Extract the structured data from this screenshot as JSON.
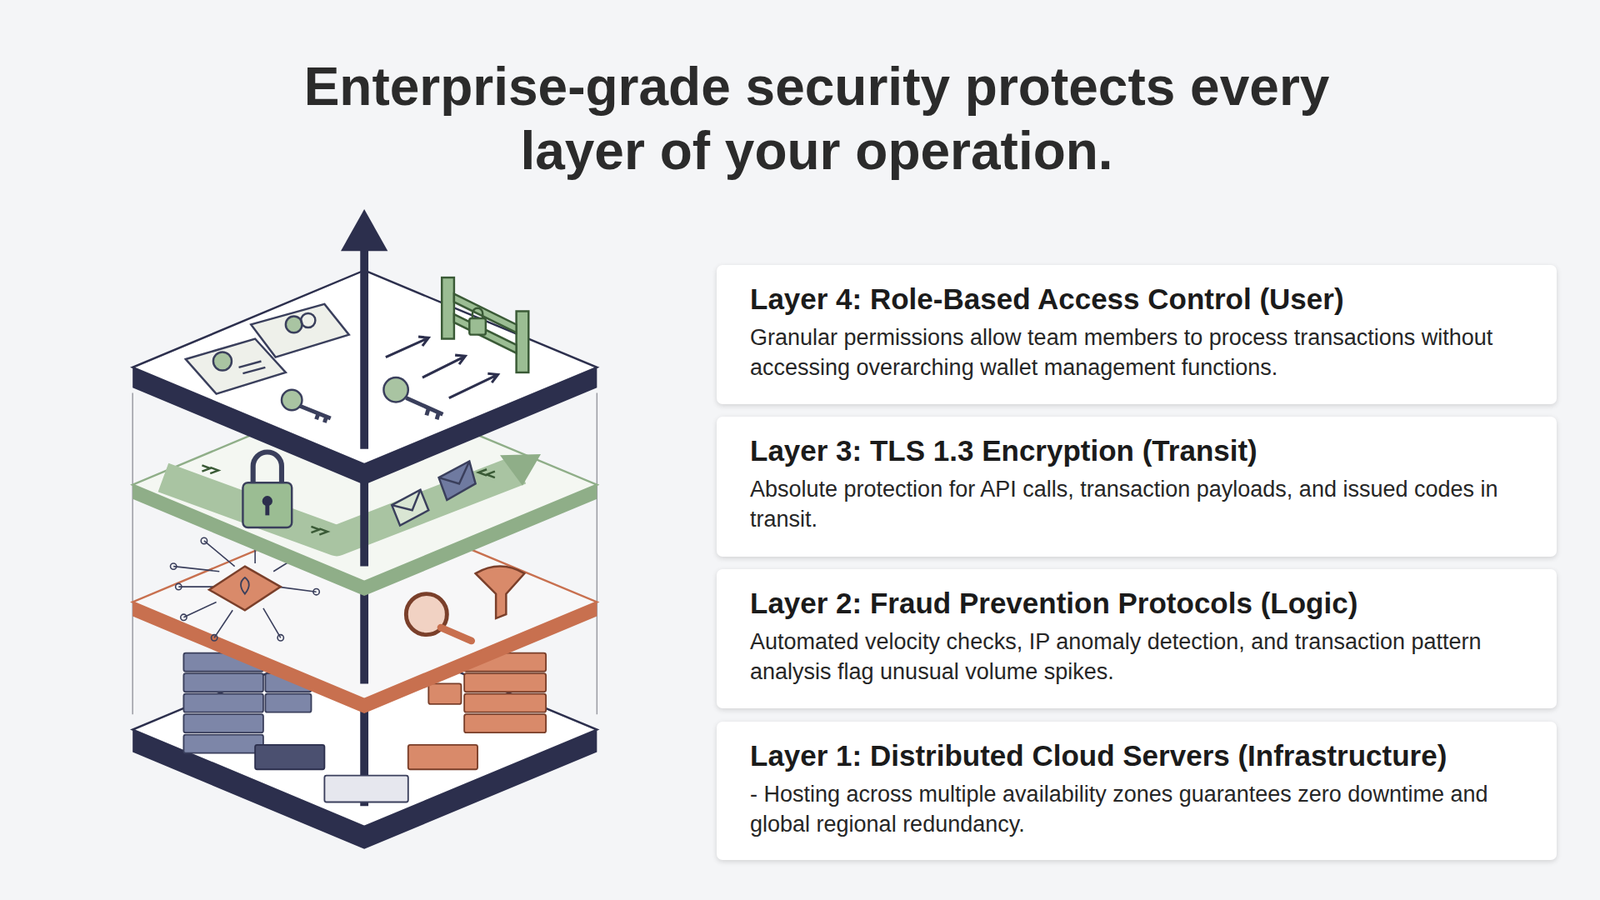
{
  "diagram": {
    "title": "Enterprise-grade security protects every layer of your operation.",
    "nodes": [
      {
        "text": [
          "Layer 4: Role-Based Access Control (User)",
          "Granular permissions allow team members to process transactions without accessing overarching wallet management functions."
        ]
      },
      {
        "text": [
          "Layer 3: TLS 1.3 Encryption (Transit)",
          "Absolute protection for API calls, transaction payloads, and issued codes in transit."
        ]
      },
      {
        "text": [
          "Layer 2: Fraud Prevention Protocols (Logic)",
          "Automated velocity checks, IP anomaly detection, and transaction pattern analysis flag unusual volume spikes."
        ]
      },
      {
        "text": [
          "Layer 1: Distributed Cloud Servers (Infrastructure)",
          "- Hosting across multiple availability zones guarantees zero downtime and global regional redundancy."
        ]
      }
    ],
    "edges": []
  }
}
